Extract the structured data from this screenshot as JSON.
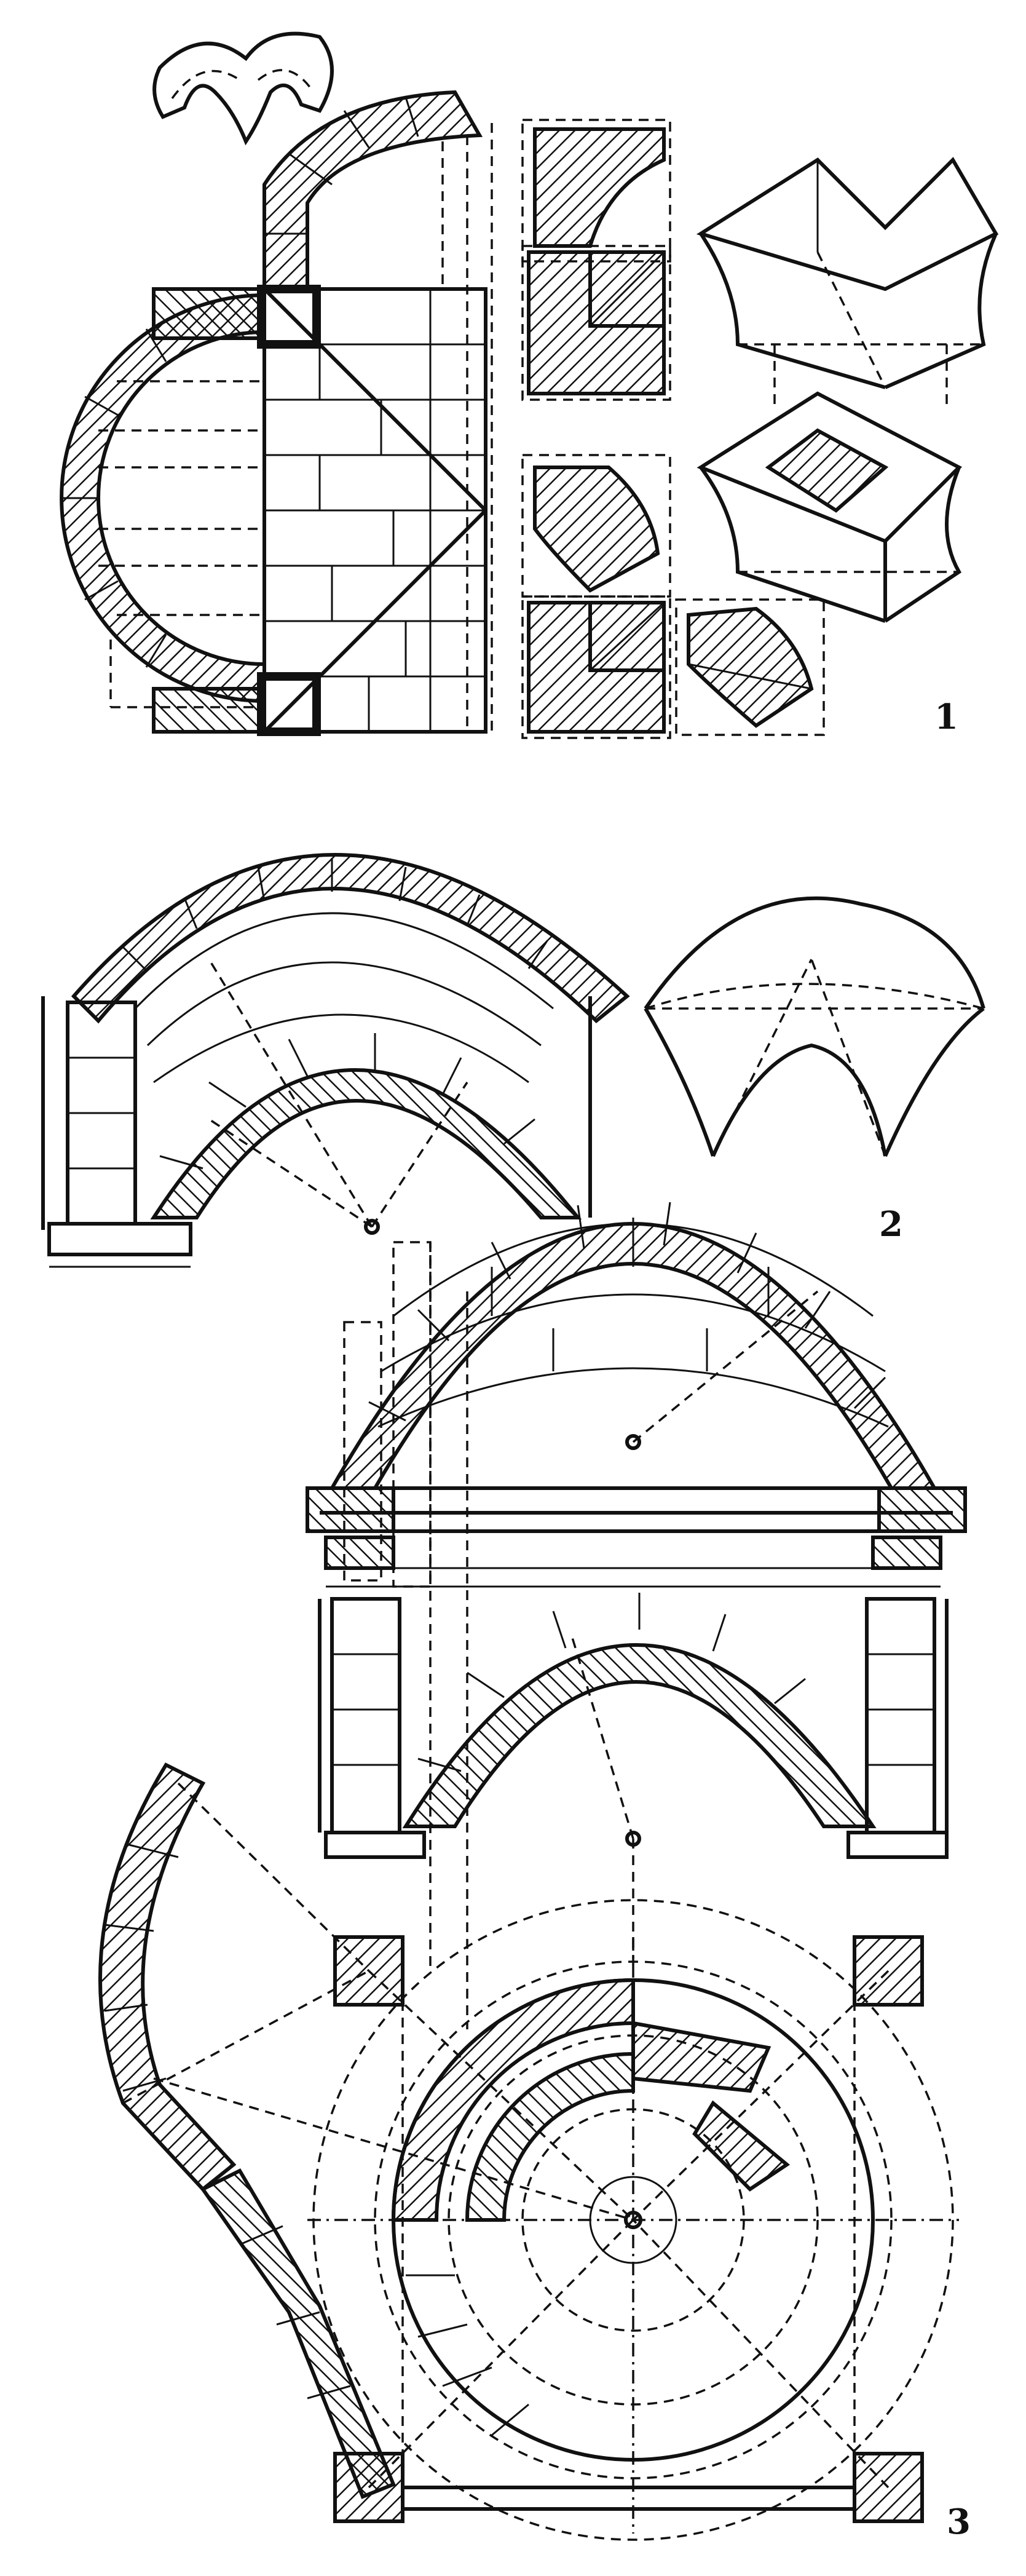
{
  "plate": {
    "figures": [
      {
        "id": "fig1",
        "number": "1"
      },
      {
        "id": "fig2",
        "number": "2"
      },
      {
        "id": "fig3",
        "number": "3"
      }
    ]
  },
  "colors": {
    "ink": "#111111",
    "paper": "#ffffff"
  }
}
